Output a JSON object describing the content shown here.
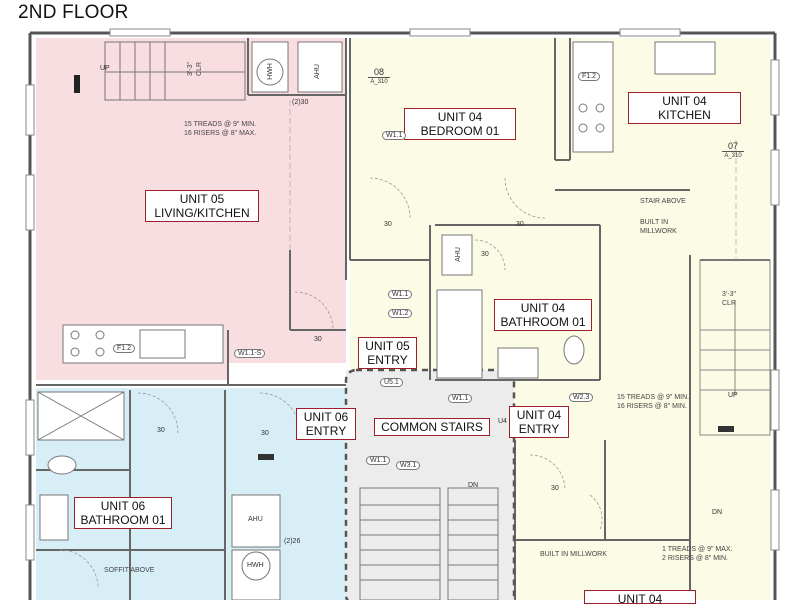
{
  "floor_title": "2ND FLOOR",
  "colors": {
    "unit05_fill": "#f8dde1",
    "unit04_fill": "#fbfbe6",
    "unit06_fill": "#d7eef7",
    "common_fill": "#ececec",
    "wall": "#555555",
    "tag_border": "#9c1f2a"
  },
  "room_tags": [
    {
      "id": "unit05-living",
      "line1": "UNIT 05",
      "line2": "LIVING/KITCHEN"
    },
    {
      "id": "unit04-bedroom",
      "line1": "UNIT 04",
      "line2": "BEDROOM 01"
    },
    {
      "id": "unit04-kitchen",
      "line1": "UNIT 04",
      "line2": "KITCHEN"
    },
    {
      "id": "unit04-bathroom",
      "line1": "UNIT 04",
      "line2": "BATHROOM 01"
    },
    {
      "id": "unit05-entry",
      "line1": "UNIT 05",
      "line2": "ENTRY"
    },
    {
      "id": "unit06-entry",
      "line1": "UNIT 06",
      "line2": "ENTRY"
    },
    {
      "id": "common-stairs",
      "line1": "COMMON STAIRS",
      "line2": ""
    },
    {
      "id": "unit04-entry",
      "line1": "UNIT 04",
      "line2": "ENTRY"
    },
    {
      "id": "unit06-bathroom",
      "line1": "UNIT 06",
      "line2": "BATHROOM 01"
    },
    {
      "id": "unit04-bottom",
      "line1": "UNIT 04",
      "line2": ""
    }
  ],
  "notes": {
    "stair_top_left": "15 TREADS @ 9\" MIN.\n16 RISERS @ 8\" MAX.",
    "stair_right": "15 TREADS @ 9\" MIN.\n16 RISERS @ 8\" MIN.",
    "stair_bottom_right": "1 TREADS @ 9\" MAX.\n2 RISERS @ 8\" MIN.",
    "stair_above": "STAIR ABOVE",
    "built_in_millwork_1": "BUILT IN\nMILLWORK",
    "built_in_millwork_2": "BUILT IN MILLWORK",
    "soffit_above": "SOFFIT ABOVE",
    "clr_left": "3'-3\"\nCLR",
    "clr_right": "3'-3\"\nCLR",
    "up_left": "UP",
    "up_right": "UP",
    "dn_1": "DN",
    "dn_2": "DN"
  },
  "callouts": [
    {
      "id": "08",
      "num": "08",
      "sheet": "A_310"
    },
    {
      "id": "07",
      "num": "07",
      "sheet": "A_310"
    }
  ],
  "equipment": {
    "hwh": "HWH",
    "ahu": "AHU"
  },
  "small_labels": {
    "d30": "30",
    "w1_1": "W1.1",
    "w1_2": "W1.2",
    "w1_1s": "W1.1-S",
    "w2_3": "W2.3",
    "w3_1": "W3.1",
    "u5_1": "U5.1",
    "u4": "U4",
    "f1_2": "F1.2",
    "dim_230": "(2)30",
    "dim_226": "(2)26"
  }
}
